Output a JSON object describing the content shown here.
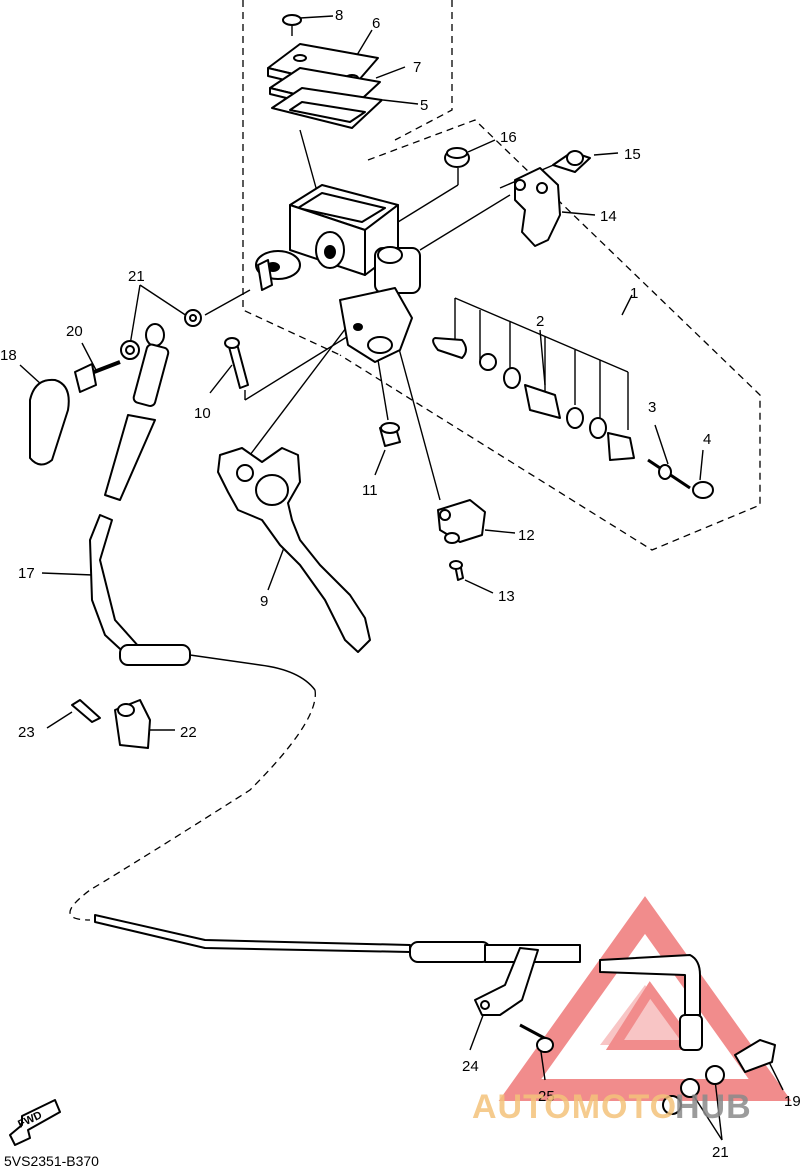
{
  "diagram": {
    "part_numbers": [
      "1",
      "2",
      "3",
      "4",
      "5",
      "6",
      "7",
      "8",
      "9",
      "10",
      "11",
      "12",
      "13",
      "14",
      "15",
      "16",
      "17",
      "18",
      "19",
      "20",
      "21",
      "21",
      "22",
      "23",
      "24",
      "25"
    ],
    "figure_code": "5VS2351-B370",
    "fwd_label": "FWD",
    "watermark": {
      "text_left": "AUTOMOTO",
      "text_right": "HUB",
      "color_left": "#f3c27a",
      "color_right": "#8a8a8a",
      "logo_color": "#e84040"
    }
  }
}
